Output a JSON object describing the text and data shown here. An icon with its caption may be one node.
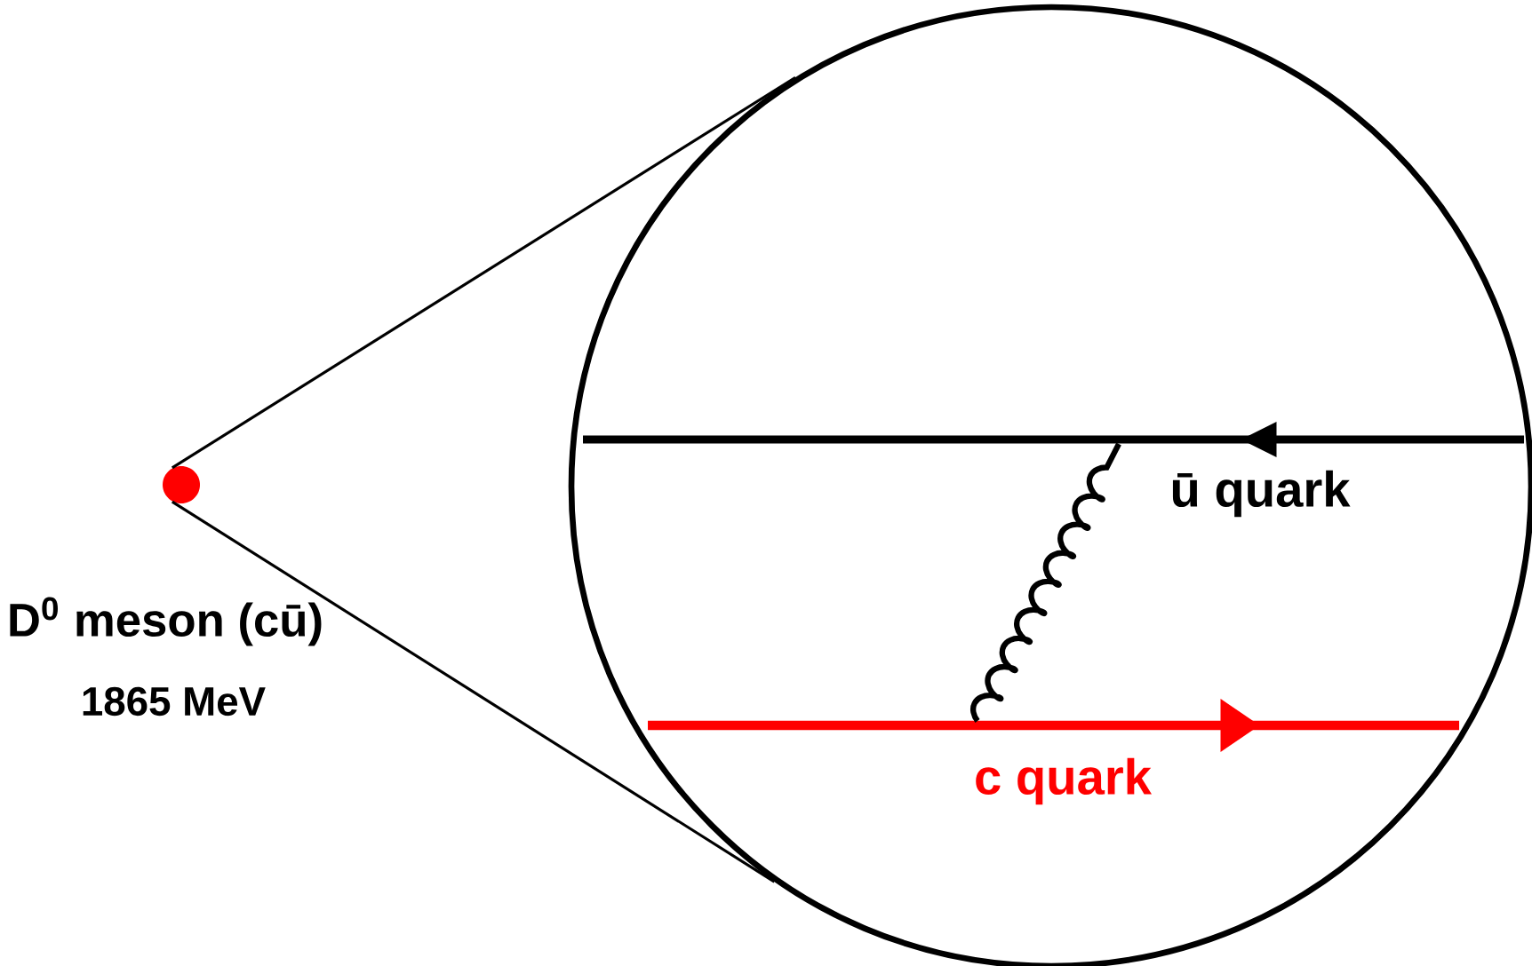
{
  "diagram": {
    "nodes": [
      {
        "text": [],
        "shape": "circle",
        "beside": [
          "D$^{0}$ meson (cū)",
          "1865 MeV"
        ]
      },
      {
        "text": [],
        "shape": "circle"
      }
    ],
    "edges": [
      {
        "from": 0,
        "to": 1,
        "arrow": "none"
      },
      {
        "from": 0,
        "to": 1,
        "arrow": "none"
      }
    ],
    "labels": [
      "ū quark",
      "c quark"
    ]
  }
}
